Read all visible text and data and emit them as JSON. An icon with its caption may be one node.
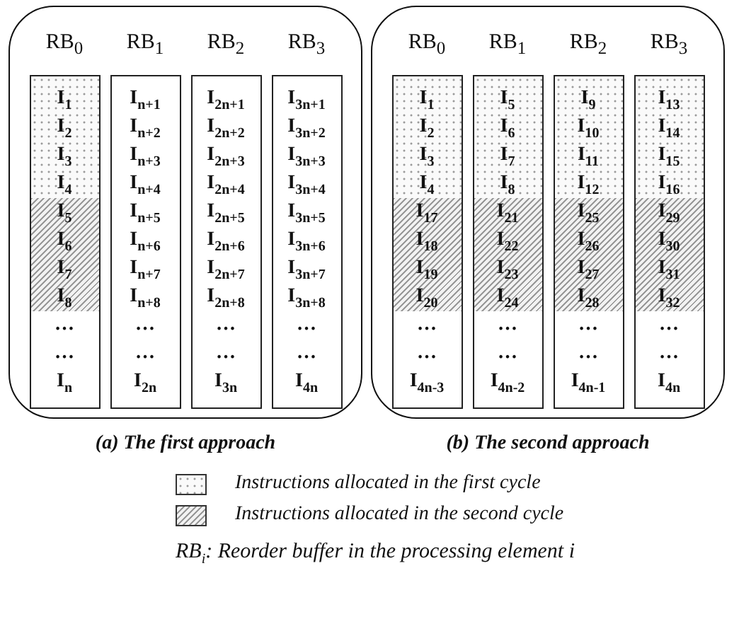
{
  "diagram": {
    "nodes": [
      {
        "text": [],
        "shape": "box",
        "beside": [
          "(a) The first approach"
        ]
      },
      {
        "text": [
          "RB$_{0}$",
          "…",
          "…",
          "I$_{n}$"
        ],
        "in": 0
      },
      {
        "text": [
          "I$_{1}$",
          "I$_{2}$",
          "I$_{3}$",
          "I$_{4}$"
        ],
        "in": 1
      },
      {
        "text": [
          "I$_{5}$",
          "I$_{6}$",
          "I$_{7}$",
          "I$_{8}$"
        ],
        "in": 1
      },
      {
        "text": [
          "RB$_{1}$",
          "I$_{n+1}$",
          "I$_{n+2}$",
          "I$_{n+3}$",
          "I$_{n+4}$",
          "I$_{n+5}$",
          "I$_{n+6}$",
          "I$_{n+7}$",
          "I$_{n+8}$",
          "…",
          "…",
          "I$_{2n}$"
        ],
        "in": 0
      },
      {
        "text": [
          "RB$_{2}$",
          "I$_{2n+1}$",
          "I$_{2n+2}$",
          "I$_{2n+3}$",
          "I$_{2n+4}$",
          "I$_{2n+5}$",
          "I$_{2n+6}$",
          "I$_{2n+7}$",
          "I$_{2n+8}$",
          "…",
          "…",
          "I$_{3n}$"
        ],
        "in": 0
      },
      {
        "text": [
          "RB$_{3}$",
          "I$_{3n+1}$",
          "I$_{3n+2}$",
          "I$_{3n+3}$",
          "I$_{3n+4}$",
          "I$_{3n+5}$",
          "I$_{3n+6}$",
          "I$_{3n+7}$",
          "I$_{3n+8}$",
          "…",
          "…",
          "I$_{4n}$"
        ],
        "in": 0
      },
      {
        "text": [],
        "shape": "box",
        "beside": [
          "(b) The second approach"
        ]
      },
      {
        "text": [
          "RB$_{0}$",
          "…",
          "…",
          "I$_{4n-3}$"
        ],
        "in": 7
      },
      {
        "text": [
          "I$_{1}$",
          "I$_{2}$",
          "I$_{3}$",
          "I$_{4}$"
        ],
        "in": 8
      },
      {
        "text": [
          "I$_{17}$",
          "I$_{18}$",
          "I$_{19}$",
          "I$_{20}$"
        ],
        "in": 8
      },
      {
        "text": [
          "RB$_{1}$",
          "…",
          "…",
          "I$_{4n-2}$"
        ],
        "in": 7
      },
      {
        "text": [
          "I$_{5}$",
          "I$_{6}$",
          "I$_{7}$",
          "I$_{8}$"
        ],
        "in": 11
      },
      {
        "text": [
          "I$_{21}$",
          "I$_{22}$",
          "I$_{23}$",
          "I$_{24}$"
        ],
        "in": 11
      },
      {
        "text": [
          "RB$_{2}$",
          "…",
          "…",
          "I$_{4n-1}$"
        ],
        "in": 7
      },
      {
        "text": [
          "I$_{9}$",
          "I$_{10}$",
          "I$_{11}$",
          "I$_{12}$"
        ],
        "in": 14
      },
      {
        "text": [
          "I$_{25}$",
          "I$_{26}$",
          "I$_{27}$",
          "I$_{28}$"
        ],
        "in": 14
      },
      {
        "text": [
          "RB$_{3}$",
          "…",
          "…",
          "I$_{4n}$"
        ],
        "in": 7
      },
      {
        "text": [
          "I$_{13}$",
          "I$_{14}$",
          "I$_{15}$",
          "I$_{16}$"
        ],
        "in": 17
      },
      {
        "text": [
          "I$_{29}$",
          "I$_{30}$",
          "I$_{31}$",
          "I$_{32}$"
        ],
        "in": 17
      }
    ],
    "edges": [],
    "labels": [
      "RB$_{i}$: Reorder buffer in the processing element i"
    ],
    "legend": [
      {
        "text": "Instructions allocated in the first cycle"
      },
      {
        "text": "Instructions allocated in the second cycle"
      }
    ]
  }
}
